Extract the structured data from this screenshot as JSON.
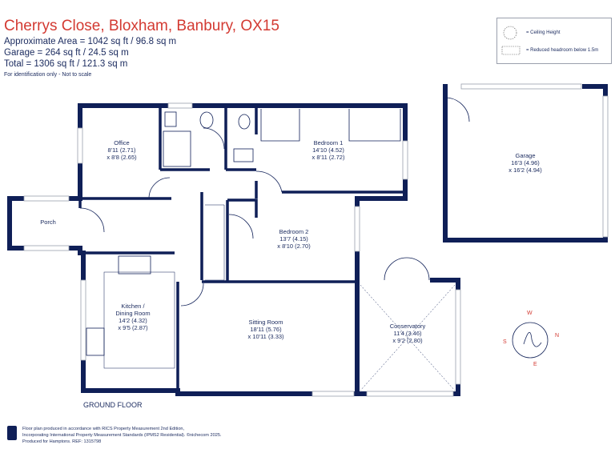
{
  "header": {
    "title": "Cherrys Close, Bloxham, Banbury, OX15",
    "area_line": "Approximate Area = 1042  sq ft / 96.8  sq m",
    "garage_line": "Garage = 264 sq ft / 24.5  sq m",
    "total_line": "Total = 1306 sq ft / 121.3 sq m",
    "note": "For identification only - Not to scale"
  },
  "legend": {
    "ceiling_height_label": "= Ceiling Height",
    "reduced_headroom_label": "= Reduced headroom below 1.5m"
  },
  "rooms": {
    "office": {
      "name": "Office",
      "dims_1": "8'11 (2.71)",
      "dims_2": "x 8'8 (2.65)"
    },
    "bedroom1": {
      "name": "Bedroom 1",
      "dims_1": "14'10 (4.52)",
      "dims_2": "x 8'11 (2.72)"
    },
    "bedroom2": {
      "name": "Bedroom 2",
      "dims_1": "13'7 (4.15)",
      "dims_2": "x 8'10 (2.70)"
    },
    "porch": {
      "name": "Porch"
    },
    "kitchen": {
      "name": "Kitchen /",
      "name_2": "Dining Room",
      "dims_1": "14'2 (4.32)",
      "dims_2": "x 9'5 (2.87)"
    },
    "sitting": {
      "name": "Sitting Room",
      "dims_1": "18'11 (5.76)",
      "dims_2": "x 10'11 (3.33)"
    },
    "conservatory": {
      "name": "Conservatory",
      "dims_1": "11'4 (3.46)",
      "dims_2": "x 9'2 (2.80)"
    },
    "garage": {
      "name": "Garage",
      "dims_1": "16'3 (4.96)",
      "dims_2": "x 16'2 (4.94)"
    }
  },
  "floor_name": "GROUND FLOOR",
  "compass": {
    "w": "W",
    "n": "N",
    "s": "S",
    "e": "E"
  },
  "footer": {
    "line1": "Floor plan produced in accordance with RICS Property Measurement 2nd Edition,",
    "line2": "Incorporating International Property Measurement Standards (IPMS2 Residential).  ©nichecom 2025.",
    "line3": "Produced for Hamptons.   REF: 1315798"
  },
  "colors": {
    "wall": "#0f1f57",
    "title": "#d33a32",
    "text": "#1a2a5e"
  }
}
